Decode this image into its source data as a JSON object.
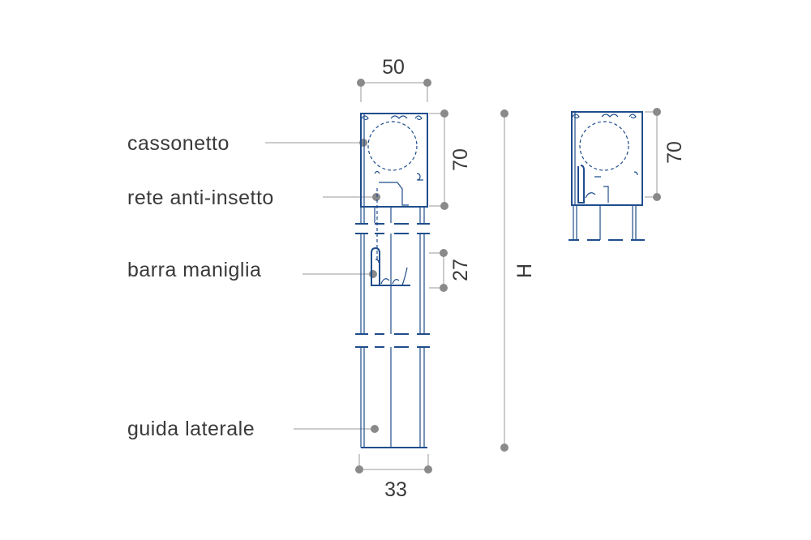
{
  "labels": {
    "cassonetto": "cassonetto",
    "rete": "rete anti-insetto",
    "barra": "barra maniglia",
    "guida": "guida laterale"
  },
  "dimensions": {
    "width_top": "50",
    "width_bottom": "33",
    "box_height_main": "70",
    "handle_height": "27",
    "overall_height": "H",
    "box_height_alt": "70"
  },
  "colors": {
    "profile": "#1f4d8c",
    "leader": "#9a9a9a",
    "dot": "#8a8a8a",
    "text": "#3a3a3a"
  }
}
